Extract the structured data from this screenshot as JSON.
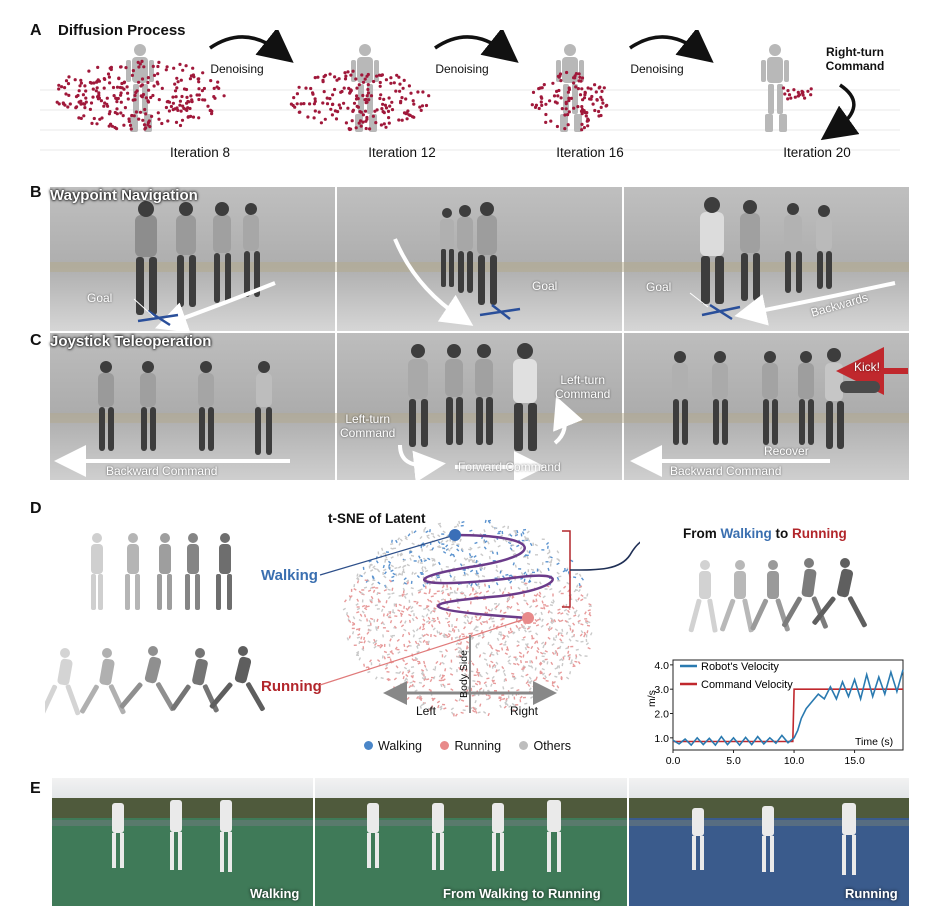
{
  "panels": {
    "A": {
      "letter": "A",
      "title": "Diffusion Process",
      "iterations": [
        "Iteration 8",
        "Iteration 12",
        "Iteration 16",
        "Iteration 20"
      ],
      "arrow_label": "Denoising",
      "command_label_1": "Right-turn",
      "command_label_2": "Command"
    },
    "B": {
      "letter": "B",
      "title": "Waypoint Navigation",
      "goal": "Goal",
      "backwards": "Backwards"
    },
    "C": {
      "letter": "C",
      "title": "Joystick Teleoperation",
      "backward_command": "Backward Command",
      "forward_command": "Forward Command",
      "left_turn_1": "Left-turn",
      "left_turn_2": "Command",
      "kick": "Kick!",
      "recover": "Recover"
    },
    "D": {
      "letter": "D",
      "tsne_title": "t-SNE of Latent",
      "walking": "Walking",
      "running": "Running",
      "transition_prefix": "From ",
      "transition_walk": "Walking",
      "transition_mid": " to ",
      "transition_run": "Running",
      "axis_left": "Left",
      "axis_right": "Right",
      "axis_body": "Body Side",
      "legend": [
        {
          "label": "Walking",
          "color": "#4a86c8"
        },
        {
          "label": "Running",
          "color": "#e88a8a"
        },
        {
          "label": "Others",
          "color": "#bdbdbd"
        }
      ]
    },
    "E": {
      "letter": "E",
      "labels": [
        "Walking",
        "From Walking to Running",
        "Running"
      ]
    }
  },
  "chart_data": {
    "type": "line",
    "title": "",
    "xlabel": "Time (s)",
    "ylabel": "m/s",
    "xlim": [
      0,
      19
    ],
    "ylim": [
      0.5,
      4.2
    ],
    "xticks": [
      0.0,
      5.0,
      10.0,
      15.0
    ],
    "xtick_labels": [
      "0.0",
      "5.0",
      "10.0",
      "15.0"
    ],
    "yticks": [
      1.0,
      2.0,
      3.0,
      4.0
    ],
    "ytick_labels": [
      "1.0",
      "2.0",
      "3.0",
      "4.0"
    ],
    "legend_position": "top-left",
    "series": [
      {
        "name": "Robot's Velocity",
        "color": "#2a7ab0",
        "x": [
          0,
          0.5,
          1,
          1.5,
          2,
          2.5,
          3,
          3.5,
          4,
          4.5,
          5,
          5.5,
          6,
          6.5,
          7,
          7.5,
          8,
          8.5,
          9,
          9.5,
          10,
          10.3,
          10.6,
          11,
          11.5,
          12,
          12.5,
          13,
          13.5,
          14,
          14.5,
          15,
          15.5,
          16,
          16.5,
          17,
          17.5,
          18,
          18.5,
          19
        ],
        "y": [
          0.9,
          0.75,
          0.95,
          0.7,
          1.0,
          0.72,
          0.98,
          0.7,
          1.05,
          0.72,
          1.0,
          0.7,
          1.02,
          0.72,
          1.05,
          0.75,
          1.0,
          0.78,
          1.1,
          0.8,
          1.0,
          1.3,
          1.8,
          2.2,
          2.5,
          2.8,
          2.6,
          3.1,
          2.6,
          3.3,
          2.7,
          3.4,
          2.6,
          3.6,
          2.7,
          3.5,
          2.8,
          3.7,
          2.9,
          3.8
        ]
      },
      {
        "name": "Command Velocity",
        "color": "#c0282d",
        "x": [
          0,
          9.9,
          10.0,
          19
        ],
        "y": [
          0.85,
          0.85,
          3.0,
          3.0
        ]
      }
    ]
  }
}
